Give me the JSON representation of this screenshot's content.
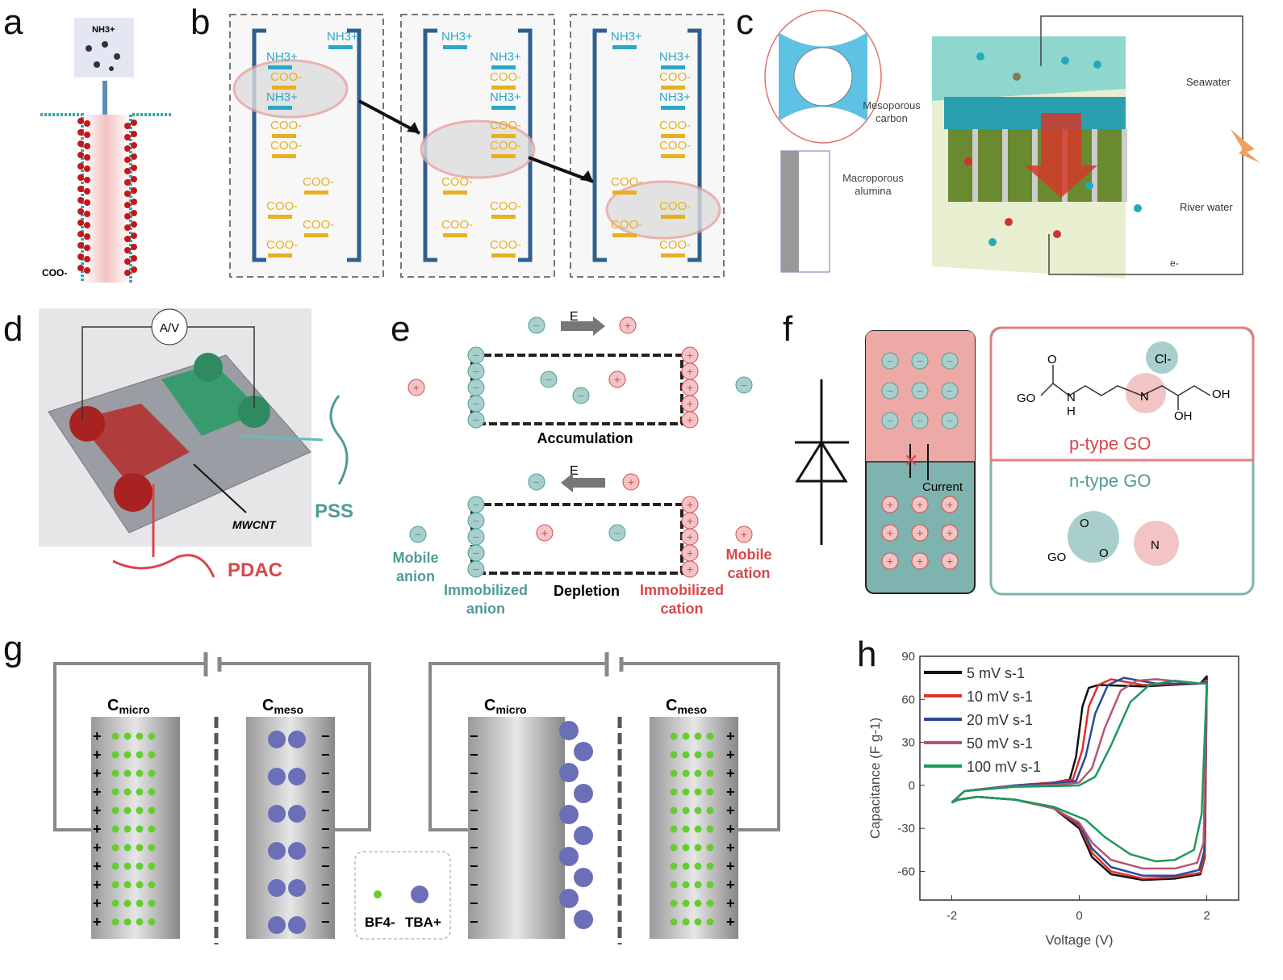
{
  "panels": {
    "a": {
      "label": "a",
      "ion_top": "NH3+",
      "ion_bottom": "COO-"
    },
    "b": {
      "label": "b",
      "amine": "NH3+",
      "carboxyl": "COO-"
    },
    "c": {
      "label": "c",
      "mesoporous": "Mesoporous carbon",
      "macroporous": "Macroporous alumina",
      "seawater": "Seawater",
      "river": "River water",
      "electron": "e-"
    },
    "d": {
      "label": "d",
      "meter": "A/V",
      "mwcnt": "MWCNT",
      "pss": "PSS",
      "pdac": "PDAC"
    },
    "e": {
      "label": "e",
      "field": "E",
      "accumulation": "Accumulation",
      "depletion": "Depletion",
      "mobile_anion": "Mobile anion",
      "immobilized_anion": "Immobilized anion",
      "immobilized_cation": "Immobilized cation",
      "mobile_cation": "Mobile cation"
    },
    "f": {
      "label": "f",
      "current": "Current",
      "chloride": "Cl-",
      "go": "GO",
      "n": "N",
      "h": "H",
      "oh": "OH",
      "o": "O",
      "p_type": "p-type GO",
      "n_type": "n-type GO"
    },
    "g": {
      "label": "g",
      "c_micro": "C",
      "micro_sub": "micro",
      "c_meso": "C",
      "meso_sub": "meso",
      "bf4": "BF4-",
      "tba": "TBA+"
    },
    "h": {
      "label": "h"
    }
  },
  "colors": {
    "teal": "#4e9c95",
    "red": "#d9474a",
    "cyan": "#2aa7c9",
    "gold": "#e8b020",
    "pink_fill": "#f2c4c4",
    "teal_fill": "#a9cfcc"
  },
  "chart_data": {
    "type": "line",
    "xlabel": "Voltage (V)",
    "ylabel": "Capacitance (F g-1)",
    "xlim": [
      -2.5,
      2.5
    ],
    "ylim": [
      -80,
      90
    ],
    "xticks": [
      "-2",
      "0",
      "2"
    ],
    "yticks": [
      "90",
      "60",
      "30",
      "0",
      "-30",
      "-60"
    ],
    "legend_placement": "top-left",
    "series": [
      {
        "name": "5 mV s-1",
        "color": "#111111",
        "points": [
          [
            -2,
            -12
          ],
          [
            -1.8,
            -4
          ],
          [
            -1,
            0
          ],
          [
            -0.4,
            2
          ],
          [
            -0.15,
            4
          ],
          [
            -0.05,
            20
          ],
          [
            0.05,
            55
          ],
          [
            0.15,
            68
          ],
          [
            0.3,
            70
          ],
          [
            1,
            69
          ],
          [
            1.9,
            71
          ],
          [
            2,
            76
          ],
          [
            2,
            70
          ],
          [
            1.97,
            -50
          ],
          [
            1.9,
            -62
          ],
          [
            1.5,
            -65
          ],
          [
            1,
            -66
          ],
          [
            0.5,
            -62
          ],
          [
            0.2,
            -50
          ],
          [
            0,
            -30
          ],
          [
            -0.4,
            -16
          ],
          [
            -1,
            -10
          ],
          [
            -1.6,
            -8
          ],
          [
            -1.9,
            -10
          ],
          [
            -2,
            -12
          ]
        ]
      },
      {
        "name": "10 mV s-1",
        "color": "#e0302a",
        "points": [
          [
            -2,
            -12
          ],
          [
            -1.8,
            -4
          ],
          [
            -1,
            0
          ],
          [
            -0.4,
            2
          ],
          [
            -0.1,
            4
          ],
          [
            0.05,
            25
          ],
          [
            0.15,
            55
          ],
          [
            0.3,
            70
          ],
          [
            0.5,
            74
          ],
          [
            1,
            70
          ],
          [
            1.9,
            71
          ],
          [
            2,
            73
          ],
          [
            2,
            70
          ],
          [
            1.97,
            -48
          ],
          [
            1.9,
            -61
          ],
          [
            1.5,
            -64
          ],
          [
            1,
            -65
          ],
          [
            0.5,
            -60
          ],
          [
            0.2,
            -47
          ],
          [
            0,
            -28
          ],
          [
            -0.4,
            -16
          ],
          [
            -1,
            -10
          ],
          [
            -1.6,
            -8
          ],
          [
            -1.9,
            -10
          ],
          [
            -2,
            -12
          ]
        ]
      },
      {
        "name": "20 mV s-1",
        "color": "#2b4a9a",
        "points": [
          [
            -2,
            -12
          ],
          [
            -1.8,
            -4
          ],
          [
            -1,
            0
          ],
          [
            -0.4,
            1.5
          ],
          [
            -0.05,
            3
          ],
          [
            0.1,
            20
          ],
          [
            0.25,
            50
          ],
          [
            0.45,
            70
          ],
          [
            0.7,
            75
          ],
          [
            1.2,
            71
          ],
          [
            1.9,
            71
          ],
          [
            2,
            72
          ],
          [
            2,
            70
          ],
          [
            1.96,
            -46
          ],
          [
            1.88,
            -59
          ],
          [
            1.5,
            -63
          ],
          [
            1,
            -63
          ],
          [
            0.5,
            -57
          ],
          [
            0.2,
            -44
          ],
          [
            0,
            -27
          ],
          [
            -0.4,
            -16
          ],
          [
            -1,
            -10
          ],
          [
            -1.6,
            -8
          ],
          [
            -1.9,
            -10
          ],
          [
            -2,
            -12
          ]
        ]
      },
      {
        "name": "50 mV s-1",
        "color": "#b85570",
        "points": [
          [
            -2,
            -12
          ],
          [
            -1.8,
            -4
          ],
          [
            -1,
            -0.5
          ],
          [
            -0.3,
            0.5
          ],
          [
            0,
            2
          ],
          [
            0.2,
            12
          ],
          [
            0.4,
            40
          ],
          [
            0.65,
            66
          ],
          [
            0.9,
            73
          ],
          [
            1.2,
            74
          ],
          [
            1.9,
            71
          ],
          [
            2,
            71
          ],
          [
            2,
            70
          ],
          [
            1.95,
            -40
          ],
          [
            1.85,
            -54
          ],
          [
            1.5,
            -58
          ],
          [
            1,
            -58
          ],
          [
            0.5,
            -52
          ],
          [
            0.2,
            -40
          ],
          [
            0,
            -26
          ],
          [
            -0.4,
            -16
          ],
          [
            -1,
            -10
          ],
          [
            -1.6,
            -8
          ],
          [
            -1.9,
            -10
          ],
          [
            -2,
            -12
          ]
        ]
      },
      {
        "name": "100 mV s-1",
        "color": "#1a9a5a",
        "points": [
          [
            -2,
            -12
          ],
          [
            -1.8,
            -4
          ],
          [
            -1,
            -1
          ],
          [
            -0.3,
            -0.5
          ],
          [
            0,
            0
          ],
          [
            0.25,
            6
          ],
          [
            0.5,
            28
          ],
          [
            0.8,
            58
          ],
          [
            1.1,
            70
          ],
          [
            1.5,
            73
          ],
          [
            1.9,
            71
          ],
          [
            2,
            71
          ],
          [
            2,
            70
          ],
          [
            1.92,
            -20
          ],
          [
            1.8,
            -45
          ],
          [
            1.5,
            -52
          ],
          [
            1.2,
            -53
          ],
          [
            0.8,
            -48
          ],
          [
            0.4,
            -36
          ],
          [
            0.1,
            -24
          ],
          [
            -0.4,
            -15
          ],
          [
            -1,
            -10
          ],
          [
            -1.6,
            -8
          ],
          [
            -1.9,
            -10
          ],
          [
            -2,
            -12
          ]
        ]
      }
    ]
  }
}
